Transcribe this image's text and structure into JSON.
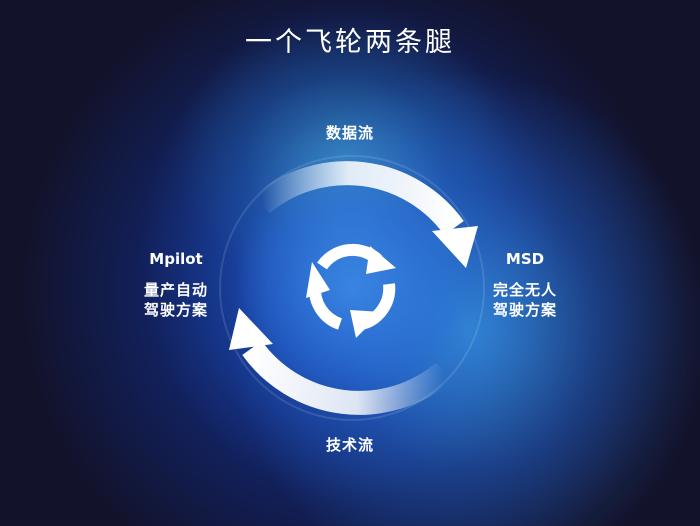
{
  "title": "一个飞轮两条腿",
  "flows": {
    "top": "数据流",
    "bottom": "技术流"
  },
  "left": {
    "name": "Mpilot",
    "lines": [
      "量产自动",
      "驾驶方案"
    ]
  },
  "right": {
    "name": "MSD",
    "lines": [
      "完全无人",
      "驾驶方案"
    ]
  },
  "center_icon": "refresh-cycle-icon"
}
